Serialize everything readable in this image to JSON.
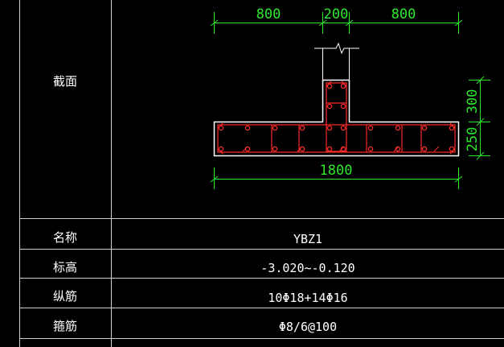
{
  "table": {
    "section_label": "截面",
    "rows": [
      {
        "label": "名称",
        "value": "YBZ1"
      },
      {
        "label": "标高",
        "value": "-3.020~-0.120"
      },
      {
        "label": "纵筋",
        "value": "10Φ18+14Φ16"
      },
      {
        "label": "箍筋",
        "value": "Φ8/6@100"
      }
    ]
  },
  "drawing": {
    "dims_top": [
      "800",
      "200",
      "800"
    ],
    "dim_bottom": "1800",
    "dims_right": [
      "300",
      "250"
    ]
  },
  "colors": {
    "dimension": "#2ee62e",
    "rebar": "#ff2a2a",
    "outline": "#ffffff",
    "grid": "#ffffff",
    "background": "#000000"
  }
}
